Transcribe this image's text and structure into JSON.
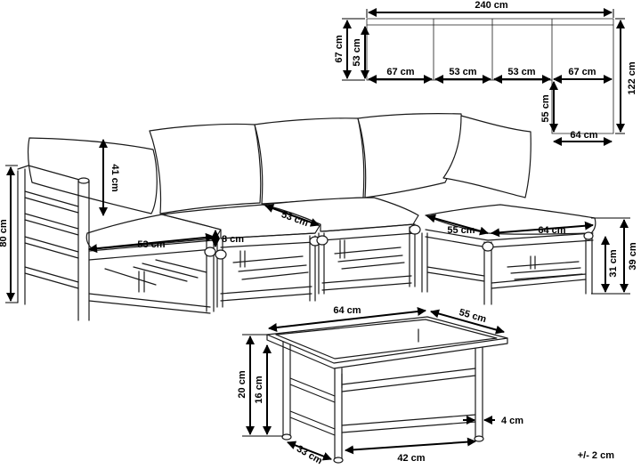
{
  "plan": {
    "total_width": "240 cm",
    "depth_outer": "67 cm",
    "depth_inner": "53 cm",
    "seg1": "67 cm",
    "seg2": "53 cm",
    "seg3": "53 cm",
    "seg4": "67 cm",
    "total_depth": "122 cm",
    "ottoman_depth": "55 cm",
    "ottoman_width": "64 cm"
  },
  "sofa": {
    "height": "80 cm",
    "back_height": "41 cm",
    "seat_depth": "53 cm",
    "seat_width": "53 cm",
    "cushion_thickness": "8 cm"
  },
  "ottoman": {
    "depth": "55 cm",
    "width": "64 cm",
    "frame_height": "31 cm",
    "height": "39 cm"
  },
  "table": {
    "width": "64 cm",
    "depth": "55 cm",
    "height": "20 cm",
    "inner_height": "16 cm",
    "leg": "4 cm",
    "base_depth": "33 cm",
    "base_width": "42 cm"
  },
  "tolerance": "+/- 2 cm",
  "colors": {
    "line": "#1a1a1a",
    "dimension": "#000000",
    "background": "#ffffff"
  }
}
